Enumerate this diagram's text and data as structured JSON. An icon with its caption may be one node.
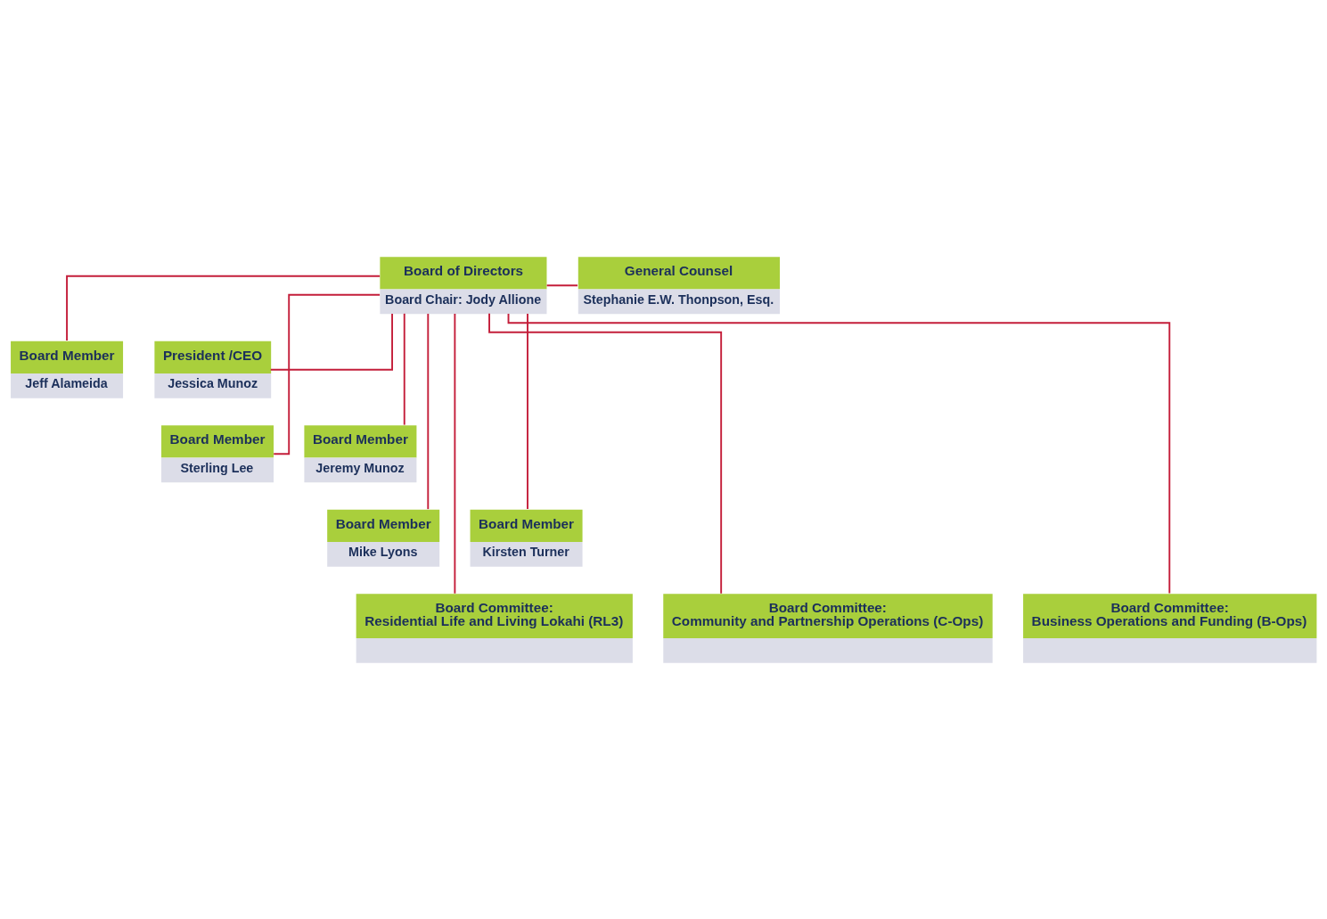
{
  "diagram": {
    "nodes": [
      {
        "text": [
          "Board of Directors",
          "Board Chair: Jody Allione"
        ]
      },
      {
        "text": [
          "General Counsel",
          "Stephanie E.W. Thonpson, Esq."
        ]
      },
      {
        "text": [
          "Board Member",
          "Jeff Alameida"
        ]
      },
      {
        "text": [
          "President /CEO",
          "Jessica Munoz"
        ]
      },
      {
        "text": [
          "Board Member",
          "Sterling Lee"
        ]
      },
      {
        "text": [
          "Board Member",
          "Jeremy Munoz"
        ]
      },
      {
        "text": [
          "Board Member",
          "Mike Lyons"
        ]
      },
      {
        "text": [
          "Board Member",
          "Kirsten Turner"
        ]
      },
      {
        "text": [
          "Board Committee:",
          "Residential Life and Living Lokahi (RL3)"
        ]
      },
      {
        "text": [
          "Board Committee:",
          "Community and Partnership Operations (C-Ops)"
        ]
      },
      {
        "text": [
          "Board Committee:",
          "Business Operations and Funding (B-Ops)"
        ]
      }
    ],
    "edges": [
      {
        "from": 0,
        "to": 1,
        "arrow": "none"
      },
      {
        "from": 0,
        "to": 2,
        "arrow": "none"
      },
      {
        "from": 0,
        "to": 3,
        "arrow": "none"
      },
      {
        "from": 0,
        "to": 4,
        "arrow": "none"
      },
      {
        "from": 0,
        "to": 5,
        "arrow": "none"
      },
      {
        "from": 0,
        "to": 6,
        "arrow": "none"
      },
      {
        "from": 0,
        "to": 7,
        "arrow": "none"
      },
      {
        "from": 0,
        "to": 8,
        "arrow": "none"
      },
      {
        "from": 0,
        "to": 9,
        "arrow": "none"
      },
      {
        "from": 0,
        "to": 10,
        "arrow": "none"
      }
    ]
  }
}
